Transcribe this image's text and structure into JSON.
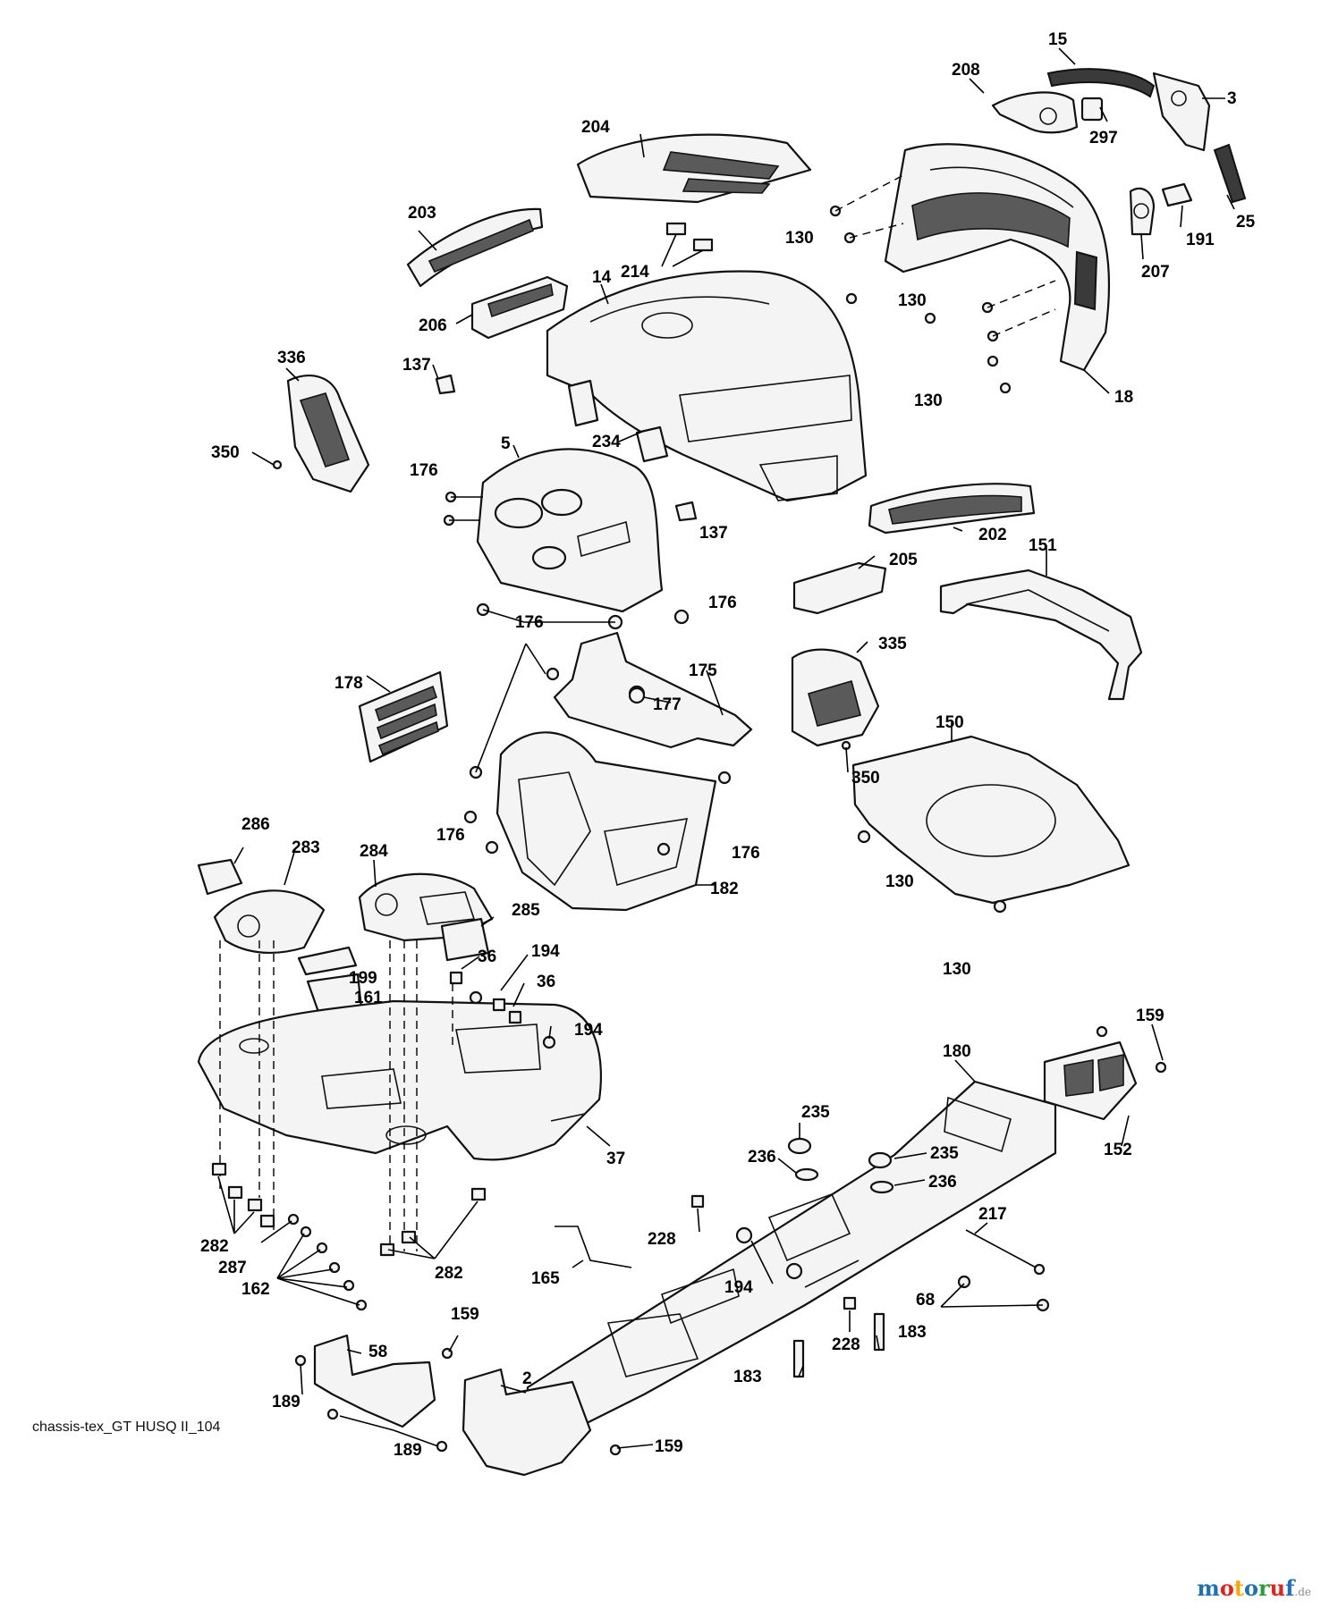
{
  "caption": "chassis-tex_GT HUSQ II_104",
  "watermark": {
    "text": "motoruf",
    "suffix": ".de",
    "colors": [
      "#1d6fb8",
      "#e2231a",
      "#f6a800",
      "#1d6fb8",
      "#2a9d3a",
      "#e2231a",
      "#1d6fb8"
    ]
  },
  "labels": [
    "15",
    "208",
    "3",
    "297",
    "25",
    "191",
    "207",
    "204",
    "203",
    "214",
    "130",
    "14",
    "18",
    "206",
    "336",
    "137",
    "350",
    "5",
    "234",
    "176",
    "202",
    "205",
    "151",
    "335",
    "150",
    "178",
    "175",
    "177",
    "182",
    "286",
    "283",
    "284",
    "285",
    "199",
    "161",
    "36",
    "194",
    "37",
    "159",
    "180",
    "235",
    "236",
    "152",
    "217",
    "228",
    "165",
    "282",
    "287",
    "162",
    "68",
    "183",
    "58",
    "189",
    "2"
  ]
}
